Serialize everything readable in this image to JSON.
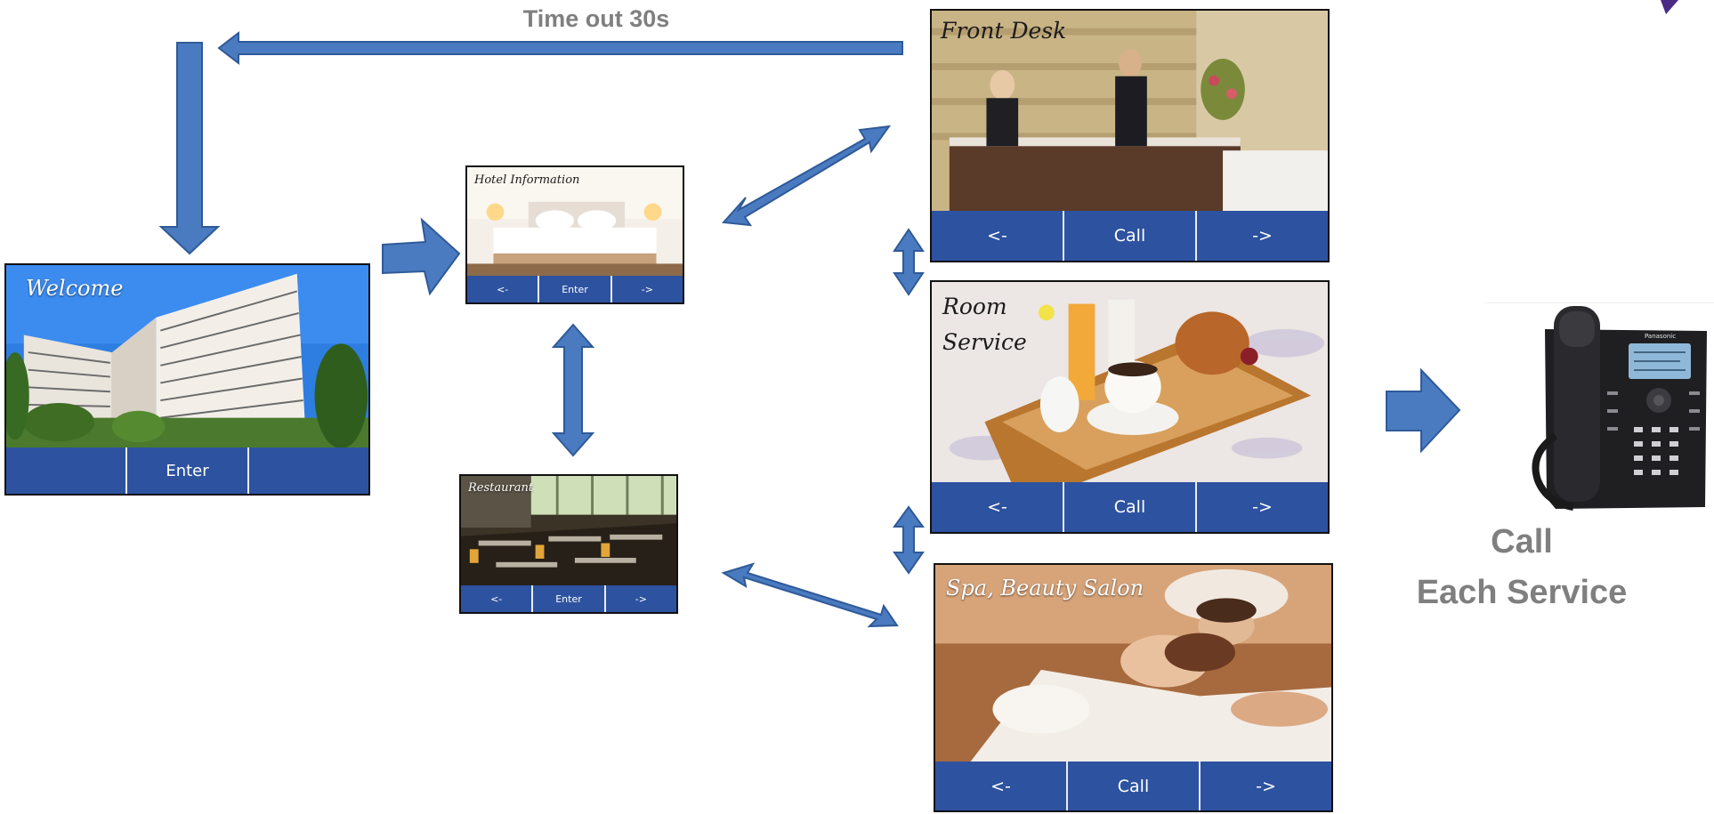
{
  "timeout_label": "Time out 30s",
  "call_label": {
    "line1": "Call",
    "line2": "Each Service"
  },
  "screens": {
    "welcome": {
      "title": "Welcome",
      "buttons": [
        "",
        "Enter",
        ""
      ]
    },
    "hotel_info": {
      "title": "Hotel Information",
      "buttons": [
        "<-",
        "Enter",
        "->"
      ]
    },
    "restaurant": {
      "title": "Restaurant",
      "buttons": [
        "<-",
        "Enter",
        "->"
      ]
    },
    "front_desk": {
      "title": "Front Desk",
      "buttons": [
        "<-",
        "Call",
        "->"
      ]
    },
    "room_service": {
      "title": "Room\nService",
      "buttons": [
        "<-",
        "Call",
        "->"
      ]
    },
    "spa": {
      "title": "Spa, Beauty Salon",
      "buttons": [
        "<-",
        "Call",
        "->"
      ]
    }
  },
  "phone": {
    "brand": "Panasonic"
  },
  "colors": {
    "arrow_fill": "#4a7abf",
    "arrow_stroke": "#2f5a98",
    "button_bar": "#2d52a0",
    "label_gray": "#7f7f7f"
  }
}
